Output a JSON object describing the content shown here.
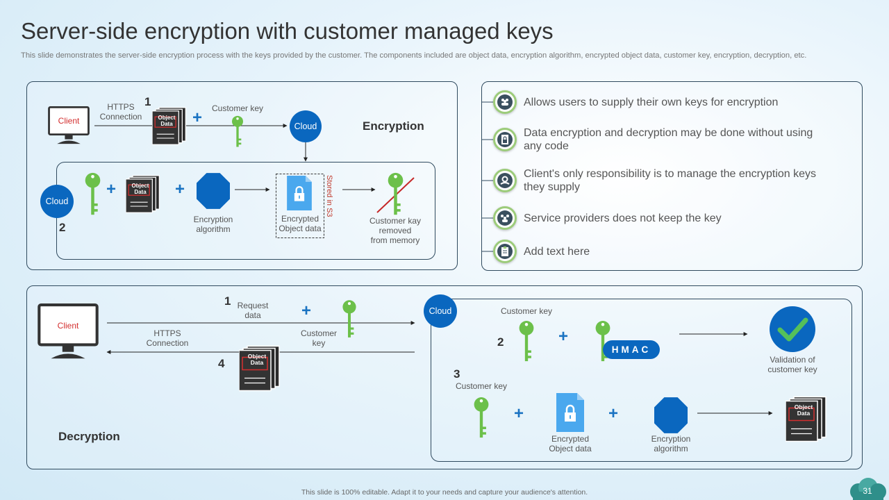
{
  "slide": {
    "title": "Server-side encryption with customer managed keys",
    "subtitle": "This slide demonstrates the server-side encryption process with the keys provided by the customer. The components included are object data, encryption algorithm, encrypted object data, customer key, encryption, decryption, etc.",
    "footer": "This slide is 100% editable. Adapt it to your needs and capture your audience's attention.",
    "page_number": "31"
  },
  "encryption": {
    "heading": "Encryption",
    "client": "Client",
    "https": "HTTPS\nConnection",
    "step1": "1",
    "step2": "2",
    "object_data": "Object\nData",
    "customer_key": "Customer key",
    "cloud": "Cloud",
    "encryption_algorithm": "Encryption\nalgorithm",
    "encrypted_object_data": "Encrypted\nObject data",
    "stored_in": "Stored in S3",
    "key_removed": "Customer kay\nremoved\nfrom memory"
  },
  "bullets": [
    {
      "text": "Allows users to supply their own keys for encryption",
      "icon": "users-icon"
    },
    {
      "text": "Data encryption and decryption may be done without using any code",
      "icon": "document-lock-icon"
    },
    {
      "text": "Client's only responsibility is to manage the encryption keys they supply",
      "icon": "gear-hand-icon"
    },
    {
      "text": "Service providers does not keep the key",
      "icon": "team-icon"
    },
    {
      "text": "Add text here",
      "icon": "clipboard-icon"
    }
  ],
  "decryption": {
    "heading": "Decryption",
    "client": "Client",
    "step1": "1",
    "request_data": "Request\ndata",
    "https": "HTTPS\nConnection",
    "customer_key_left": "Customer\nkey",
    "step4": "4",
    "object_data": "Object\nData",
    "cloud": "Cloud",
    "customer_key_top": "Customer key",
    "step2": "2",
    "hmac": "HMAC",
    "validation": "Validation of\ncustomer key",
    "step3": "3",
    "customer_key_bottom": "Customer key",
    "encrypted_object_data": "Encrypted\nObject data",
    "encryption_algorithm": "Encryption\nalgorithm",
    "object_data_out": "Object\nData"
  },
  "colors": {
    "blue": "#0a67bf",
    "key_green": "#6cc04a",
    "dark": "#333333",
    "check_green": "#55c05a"
  }
}
